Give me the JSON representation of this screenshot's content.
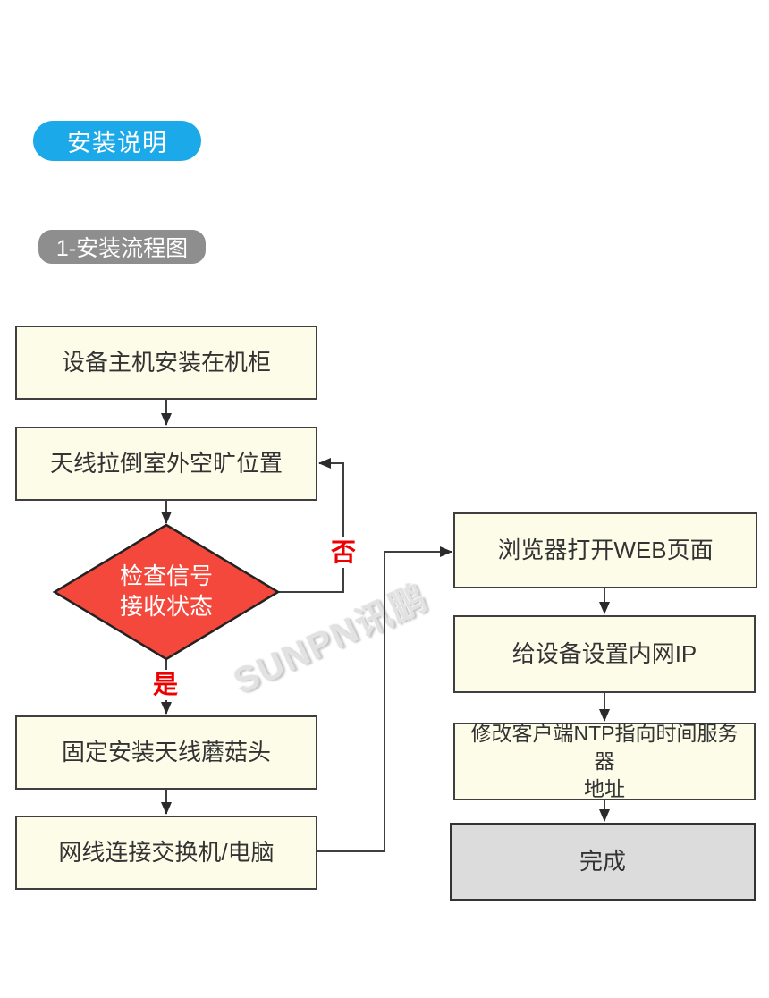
{
  "badges": {
    "section": {
      "label": "安装说明"
    },
    "subsection": {
      "label": "1-安装流程图"
    }
  },
  "watermark": {
    "text": "SUNPN讯鹏"
  },
  "flowchart": {
    "nodes": {
      "install_host": {
        "label": "设备主机安装在机柜",
        "type": "process"
      },
      "antenna_outdoor": {
        "label": "天线拉倒室外空旷位置",
        "type": "process"
      },
      "check_signal": {
        "label": "检查信号\n接收状态",
        "type": "decision"
      },
      "fix_antenna": {
        "label": "固定安装天线蘑菇头",
        "type": "process"
      },
      "connect_network": {
        "label": "网线连接交换机/电脑",
        "type": "process"
      },
      "open_web": {
        "label": "浏览器打开WEB页面",
        "type": "process"
      },
      "set_ip": {
        "label": "给设备设置内网IP",
        "type": "process"
      },
      "set_ntp": {
        "label": "修改客户端NTP指向时间服务器\n地址",
        "type": "process"
      },
      "done": {
        "label": "完成",
        "type": "terminal"
      }
    },
    "edge_labels": {
      "no": "否",
      "yes": "是"
    }
  },
  "colors": {
    "accent_blue": "#1BA9E9",
    "badge_gray": "#8E8E8E",
    "box_fill": "#FCFCE8",
    "box_border": "#3F3F3F",
    "line": "#3F3F3F",
    "decision_fill": "#F5483C",
    "decision_text": "#FFFFFF",
    "edge_label_red": "#EE0000",
    "done_fill": "#DCDCDC",
    "text": "#333333",
    "watermark": "#E2E2E2"
  }
}
